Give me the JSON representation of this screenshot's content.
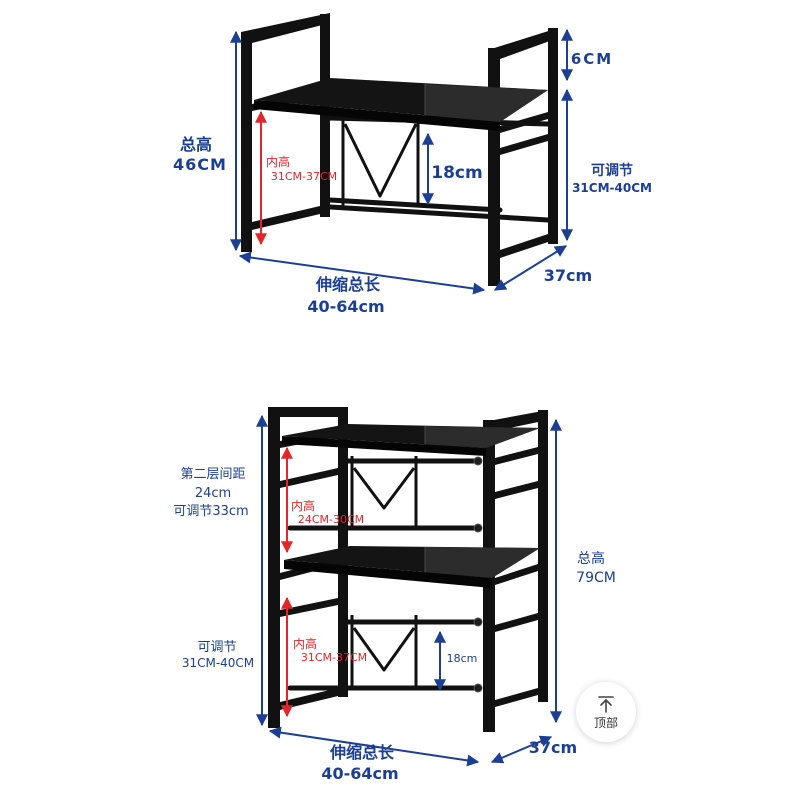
{
  "colors": {
    "dimension_blue": "#1c3f94",
    "inner_height_red": "#e3262b",
    "frame_black": "#111111"
  },
  "rack_single": {
    "top_gap": "6CM",
    "total_height_label": "总高",
    "total_height_value": "46CM",
    "inner_height_label": "内高",
    "inner_height_value": "31CM-37CM",
    "support_height": "18cm",
    "adjustable_label": "可调节",
    "adjustable_value": "31CM-40CM",
    "length_label": "伸缩总长",
    "length_value": "40-64cm",
    "depth": "37cm"
  },
  "rack_double": {
    "second_tier_label": "第二层间距",
    "second_tier_value": "24cm",
    "second_tier_adjustable": "可调节33cm",
    "upper_inner_height_label": "内高",
    "upper_inner_height_value": "24CM-30CM",
    "total_height_label": "总高",
    "total_height_value": "79CM",
    "lower_adjustable_label": "可调节",
    "lower_adjustable_value": "31CM-40CM",
    "lower_inner_height_label": "内高",
    "lower_inner_height_value": "31CM-37CM",
    "support_height": "18cm",
    "length_label": "伸缩总长",
    "length_value": "40-64cm",
    "depth": "37cm"
  },
  "back_to_top": {
    "icon": "arrow-up-to-top-icon",
    "label": "顶部"
  }
}
